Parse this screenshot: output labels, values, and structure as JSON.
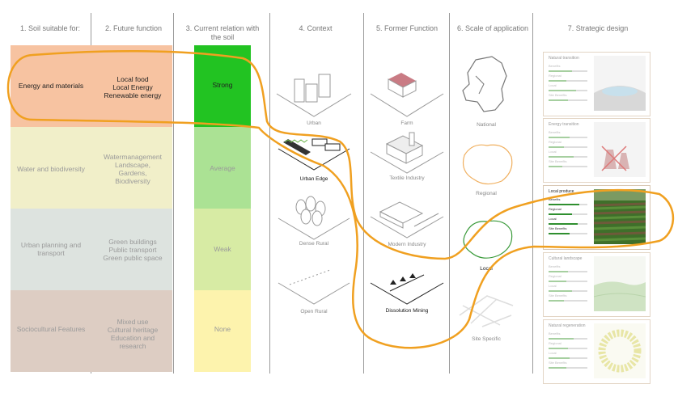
{
  "columns": [
    {
      "label": "1. Soil suitable for:"
    },
    {
      "label": "2. Future function"
    },
    {
      "label": "3. Current relation with the soil"
    },
    {
      "label": "4. Context"
    },
    {
      "label": "5. Former Function"
    },
    {
      "label": "6. Scale of application"
    },
    {
      "label": "7. Strategic design"
    }
  ],
  "rows": [
    {
      "soil": "Energy and materials",
      "function": "Local food\nLocal Energy\nRenewable energy",
      "relation": "Strong",
      "relation_color": "#22c322",
      "soil_color": "#f7c3a1"
    },
    {
      "soil": "Water and biodiversity",
      "function": "Watermanagement\nLandscape,\nGardens,\nBiodiversity",
      "relation": "Average",
      "relation_color": "#abe294",
      "soil_color": "#f1efc9"
    },
    {
      "soil": "Urban planning and transport",
      "function": "Green buildings\nPublic transport\nGreen public space",
      "relation": "Weak",
      "relation_color": "#d7eba4",
      "soil_color": "#dde3df"
    },
    {
      "soil": "Sociocultural Features",
      "function": "Mixed use\nCultural heritage\nEducation and\nresearch",
      "relation": "None",
      "relation_color": "#fdf3ad",
      "soil_color": "#ddcdc3"
    }
  ],
  "context": [
    {
      "label": "Urban",
      "icon": "urban-icon"
    },
    {
      "label": "Urban Edge",
      "icon": "urban-edge-icon"
    },
    {
      "label": "Dense Rural",
      "icon": "trees-icon"
    },
    {
      "label": "Open Rural",
      "icon": "open-rural-icon"
    }
  ],
  "former_function": [
    {
      "label": "Farm",
      "icon": "farm-icon"
    },
    {
      "label": "Textile Industry",
      "icon": "factory-icon"
    },
    {
      "label": "Modern Industry",
      "icon": "modern-industry-icon"
    },
    {
      "label": "Dissolution Mining",
      "icon": "mining-icon"
    }
  ],
  "scale": [
    {
      "label": "National",
      "icon": "netherlands-map-icon"
    },
    {
      "label": "Regional",
      "icon": "region-map-icon"
    },
    {
      "label": "Local",
      "icon": "local-map-icon"
    },
    {
      "label": "Site Specific",
      "icon": "site-map-icon"
    }
  ],
  "strategies": [
    {
      "title": "Natural transition",
      "image": "lake-scene"
    },
    {
      "title": "Energy transition",
      "image": "power-plant-scene"
    },
    {
      "title": "Local produce",
      "image": "crop-field-scene"
    },
    {
      "title": "Cultural landscape",
      "image": "landscape-scene"
    },
    {
      "title": "Natural regeneration",
      "image": "ring-scene"
    }
  ],
  "strategy_bar_labels": [
    "Benefits",
    "Regional",
    "Local",
    "Site Benefits"
  ],
  "selection": {
    "highlight_color": "#f0a020",
    "selected_row": 0,
    "selected_context": 1,
    "selected_former_function": 3,
    "selected_scale": 2,
    "selected_strategy": 2
  }
}
